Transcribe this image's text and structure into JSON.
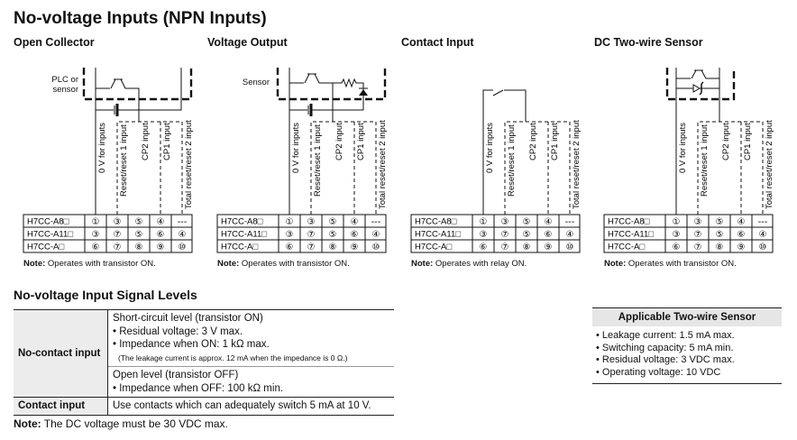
{
  "title": "No-voltage Inputs (NPN Inputs)",
  "panels": [
    {
      "heading": "Open Collector",
      "device_label": "PLC or sensor",
      "note_prefix": "Note:",
      "note": "Operates with transistor ON."
    },
    {
      "heading": "Voltage Output",
      "device_label": "Sensor",
      "note_prefix": "Note:",
      "note": "Operates with transistor ON."
    },
    {
      "heading": "Contact Input",
      "device_label": "",
      "note_prefix": "Note:",
      "note": "Operates with relay ON."
    },
    {
      "heading": "DC Two-wire Sensor",
      "device_label": "",
      "note_prefix": "Note:",
      "note": "Operates with transistor ON."
    }
  ],
  "terminal_labels": [
    "0 V for inputs",
    "Reset/reset 1 input",
    "CP2 input",
    "CP1 input",
    "Total reset/reset 2 input"
  ],
  "terminal_rows": [
    {
      "model": "H7CC-A8□",
      "pins": [
        "①",
        "③",
        "⑤",
        "④",
        "---"
      ]
    },
    {
      "model": "H7CC-A11□",
      "pins": [
        "③",
        "⑦",
        "⑤",
        "⑥",
        "④"
      ]
    },
    {
      "model": "H7CC-A□",
      "pins": [
        "⑥",
        "⑦",
        "⑧",
        "⑨",
        "⑩"
      ]
    }
  ],
  "signal_levels": {
    "heading": "No-voltage Input Signal Levels",
    "no_contact_label": "No-contact input",
    "short_title": "Short-circuit level (transistor ON)",
    "short_items": [
      "• Residual voltage: 3 V max.",
      "• Impedance when ON: 1 kΩ max."
    ],
    "short_note": "(The leakage current is approx. 12 mA when the impedance is 0 Ω.)",
    "open_title": "Open level (transistor OFF)",
    "open_items": [
      "• Impedance when OFF: 100 kΩ min."
    ],
    "contact_label": "Contact input",
    "contact_text": "Use contacts which can adequately switch 5 mA at 10 V.",
    "note_prefix": "Note:",
    "note": "The DC voltage must be 30 VDC max."
  },
  "two_wire": {
    "heading": "Applicable Two-wire Sensor",
    "items": [
      "• Leakage current: 1.5 mA max.",
      "• Switching capacity: 5 mA min.",
      "• Residual voltage: 3 VDC max.",
      "• Operating voltage: 10 VDC"
    ]
  }
}
